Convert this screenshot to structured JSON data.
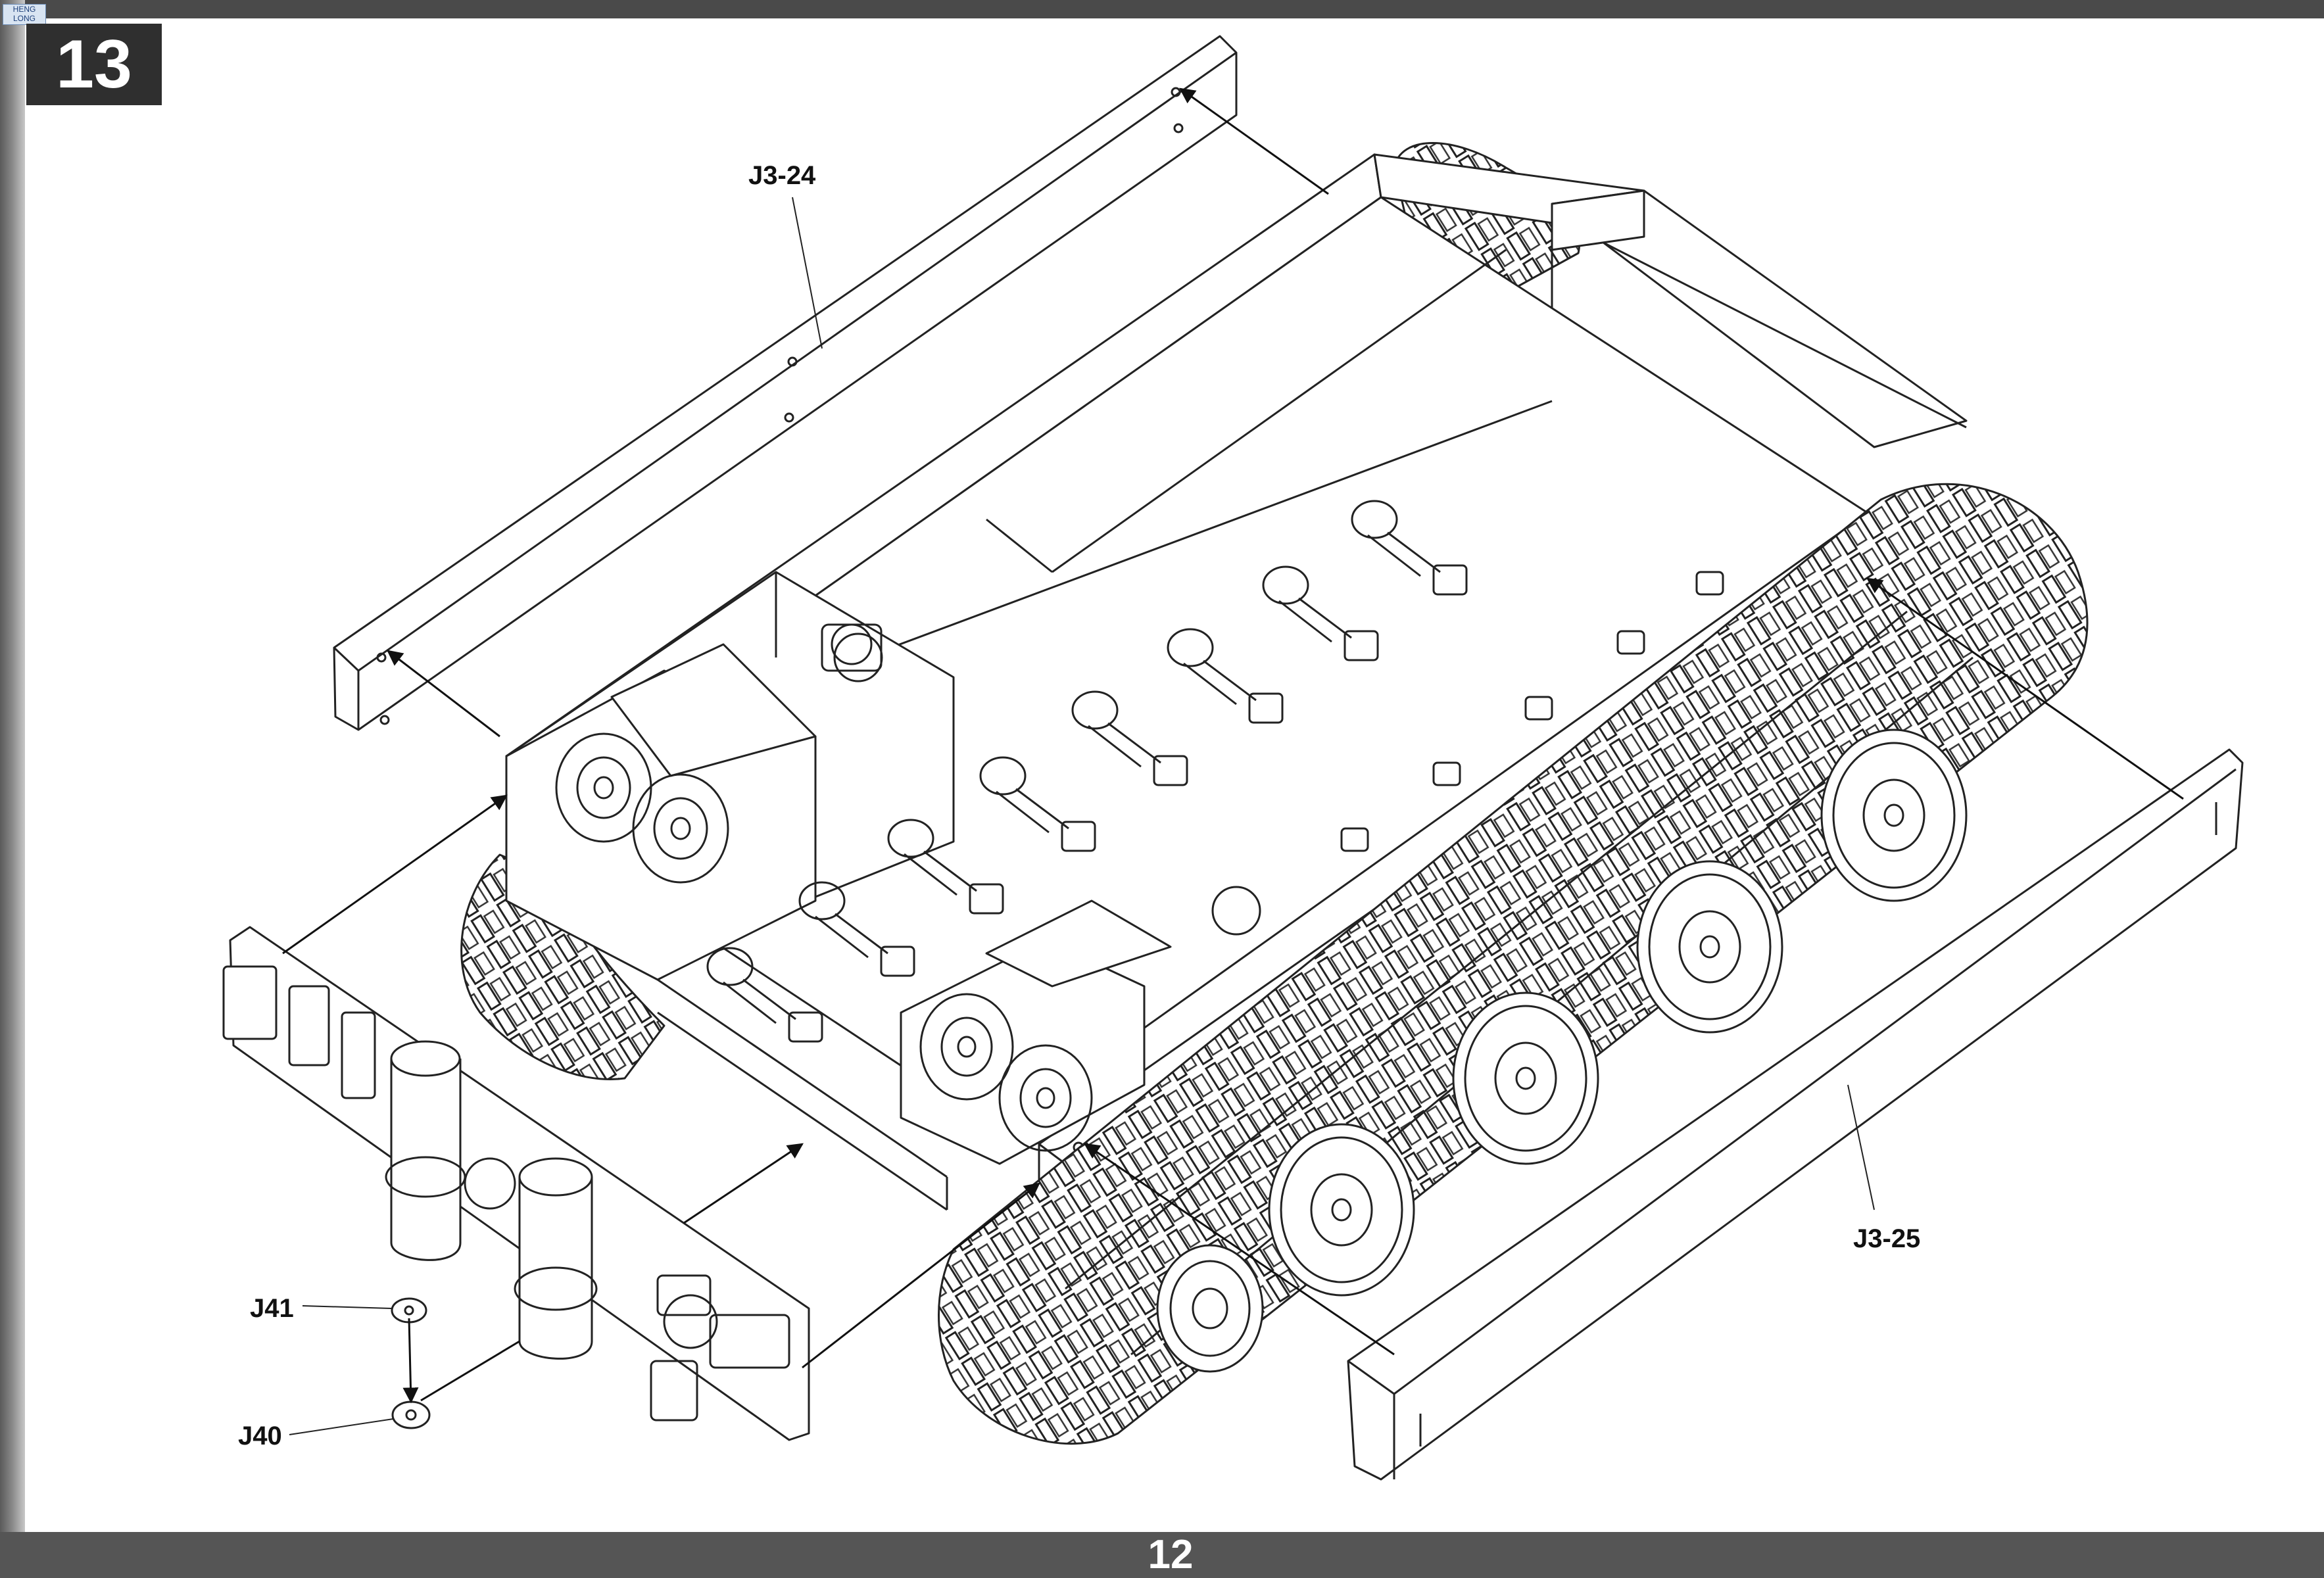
{
  "document": {
    "step_number": "13",
    "page_number": "12",
    "brand_logo_text": "HENG LONG",
    "parts": {
      "left_side_panel": "J3-24",
      "right_side_panel": "J3-25",
      "upper_small_part": "J41",
      "lower_small_part": "J40"
    }
  }
}
